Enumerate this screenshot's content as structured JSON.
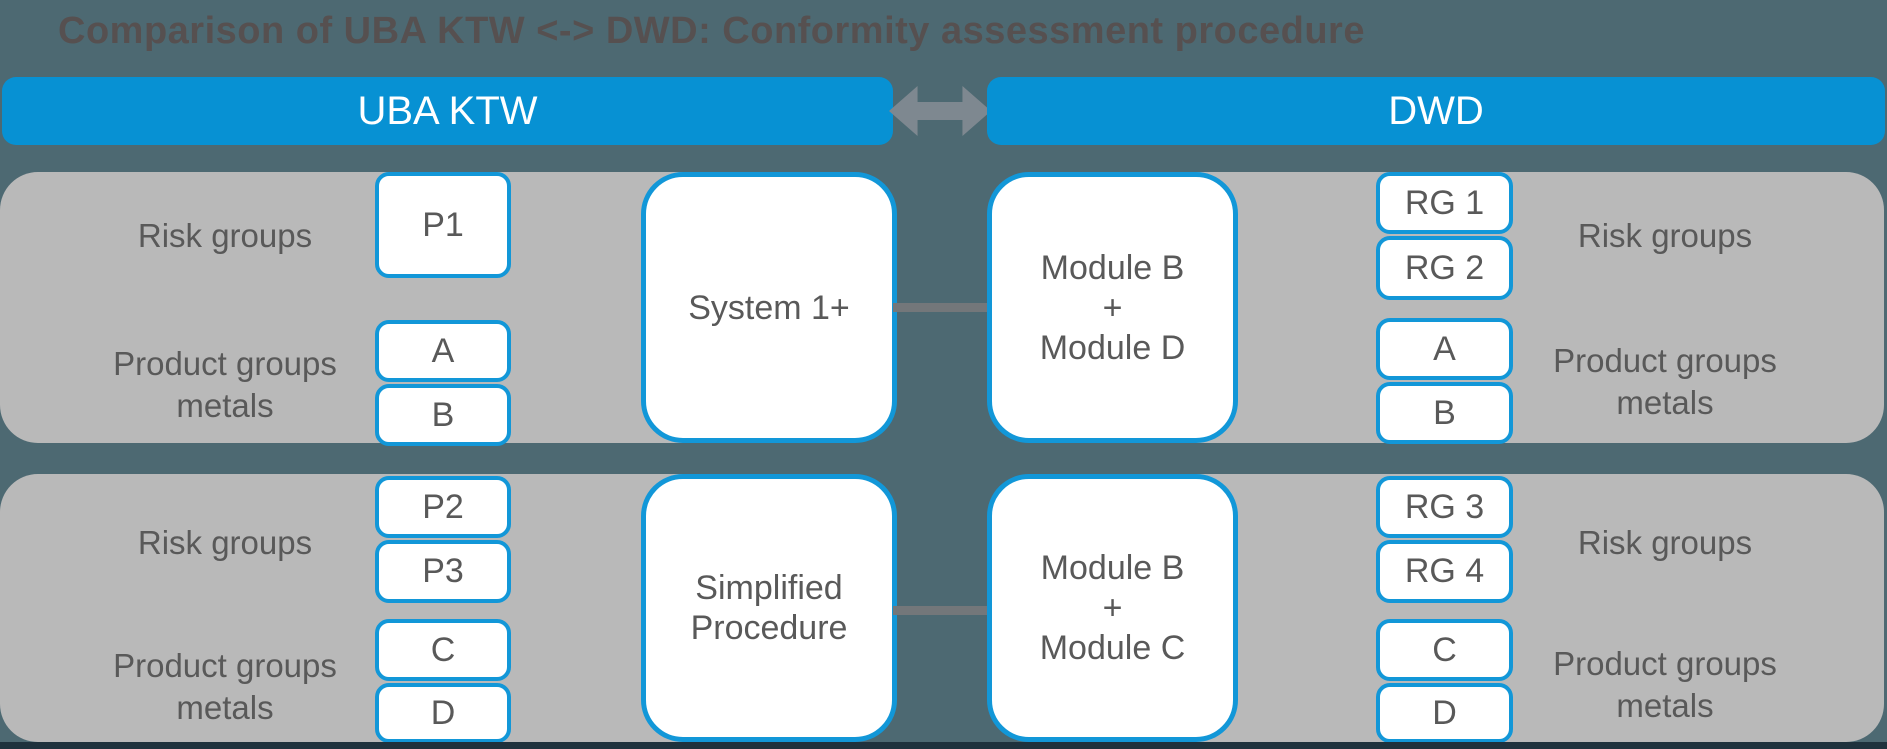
{
  "title": "Comparison of UBA KTW <-> DWD: Conformity assessment procedure",
  "headers": {
    "left": "UBA KTW",
    "right": "DWD"
  },
  "colors": {
    "blue": "#0791d3",
    "border-blue": "#1297d8",
    "band-gray": "#b9b9b9",
    "bg-slate": "#4d6972",
    "bottom-strip": "#1f323d",
    "text-gray": "#595959",
    "title-gray": "#565050",
    "connector-gray": "#73777a",
    "arrow-gray": "#7e8890",
    "box-white": "#ffffff"
  },
  "icons": {
    "between_headers": "double-headed-arrow"
  },
  "row1": {
    "left": {
      "risk_label": "Risk groups",
      "risk_boxes": [
        "P1"
      ],
      "product_label": [
        "Product groups",
        "metals"
      ],
      "product_boxes": [
        "A",
        "B"
      ]
    },
    "center": {
      "left_box_lines": [
        "System 1+"
      ],
      "right_box_lines": [
        "Module B",
        "+",
        "Module D"
      ]
    },
    "right": {
      "risk_boxes": [
        "RG 1",
        "RG 2"
      ],
      "risk_label": "Risk groups",
      "product_boxes": [
        "A",
        "B"
      ],
      "product_label": [
        "Product groups",
        "metals"
      ]
    }
  },
  "row2": {
    "left": {
      "risk_label": "Risk groups",
      "risk_boxes": [
        "P2",
        "P3"
      ],
      "product_label": [
        "Product groups",
        "metals"
      ],
      "product_boxes": [
        "C",
        "D"
      ]
    },
    "center": {
      "left_box_lines": [
        "Simplified",
        "Procedure"
      ],
      "right_box_lines": [
        "Module B",
        "+",
        "Module C"
      ]
    },
    "right": {
      "risk_boxes": [
        "RG 3",
        "RG 4"
      ],
      "risk_label": "Risk groups",
      "product_boxes": [
        "C",
        "D"
      ],
      "product_label": [
        "Product groups",
        "metals"
      ]
    }
  }
}
